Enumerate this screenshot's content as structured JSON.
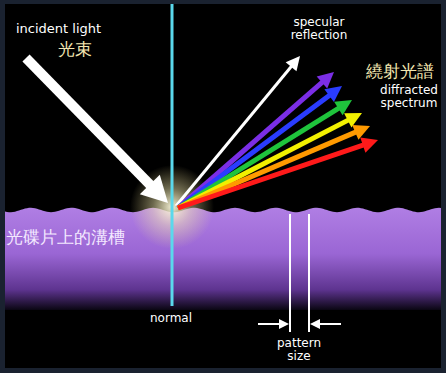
{
  "diagram": {
    "nodes": [
      {
        "text": [
          "光碟片上的溝槽"
        ]
      }
    ],
    "labels": [
      "incident light",
      "光束",
      "specular reflection",
      "繞射光譜",
      "diffracted spectrum",
      "normal",
      "pattern size"
    ]
  }
}
